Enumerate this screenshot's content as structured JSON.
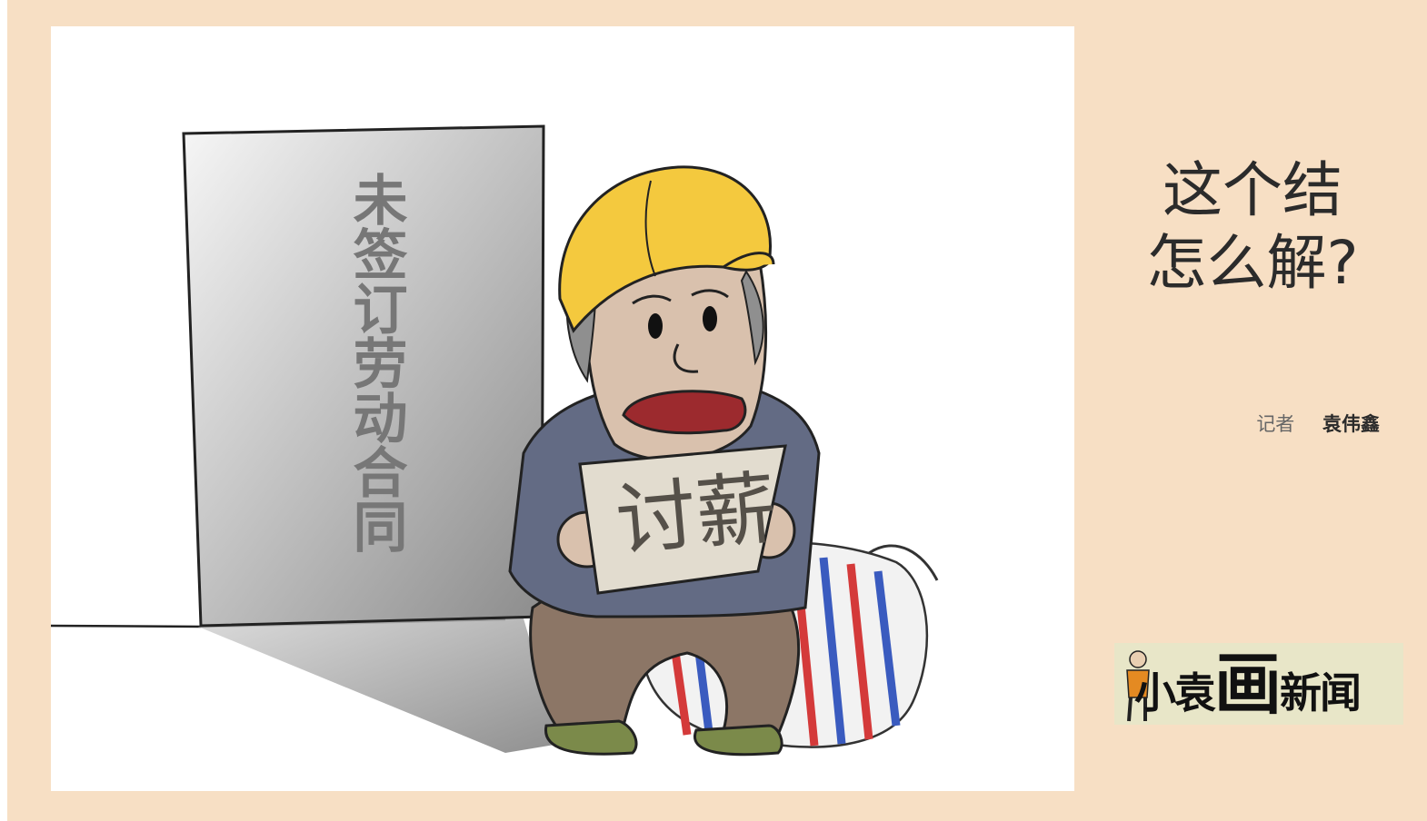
{
  "background_color": "#f7dfc4",
  "cartoon": {
    "wall_text": "未签订劳动合同",
    "sign_text": "讨薪",
    "helmet_color": "#f4c93e",
    "jacket_color": "#636b84",
    "pants_color": "#8c7666",
    "skin_color": "#d9c1ad"
  },
  "headline": {
    "line1": "这个结",
    "line2": "怎么解?"
  },
  "byline": {
    "label": "记者",
    "name": "袁伟鑫"
  },
  "logo": {
    "text_part1": "小袁",
    "text_part2": "画",
    "text_part3": "新闻",
    "icon": "cartoon-person-icon"
  }
}
